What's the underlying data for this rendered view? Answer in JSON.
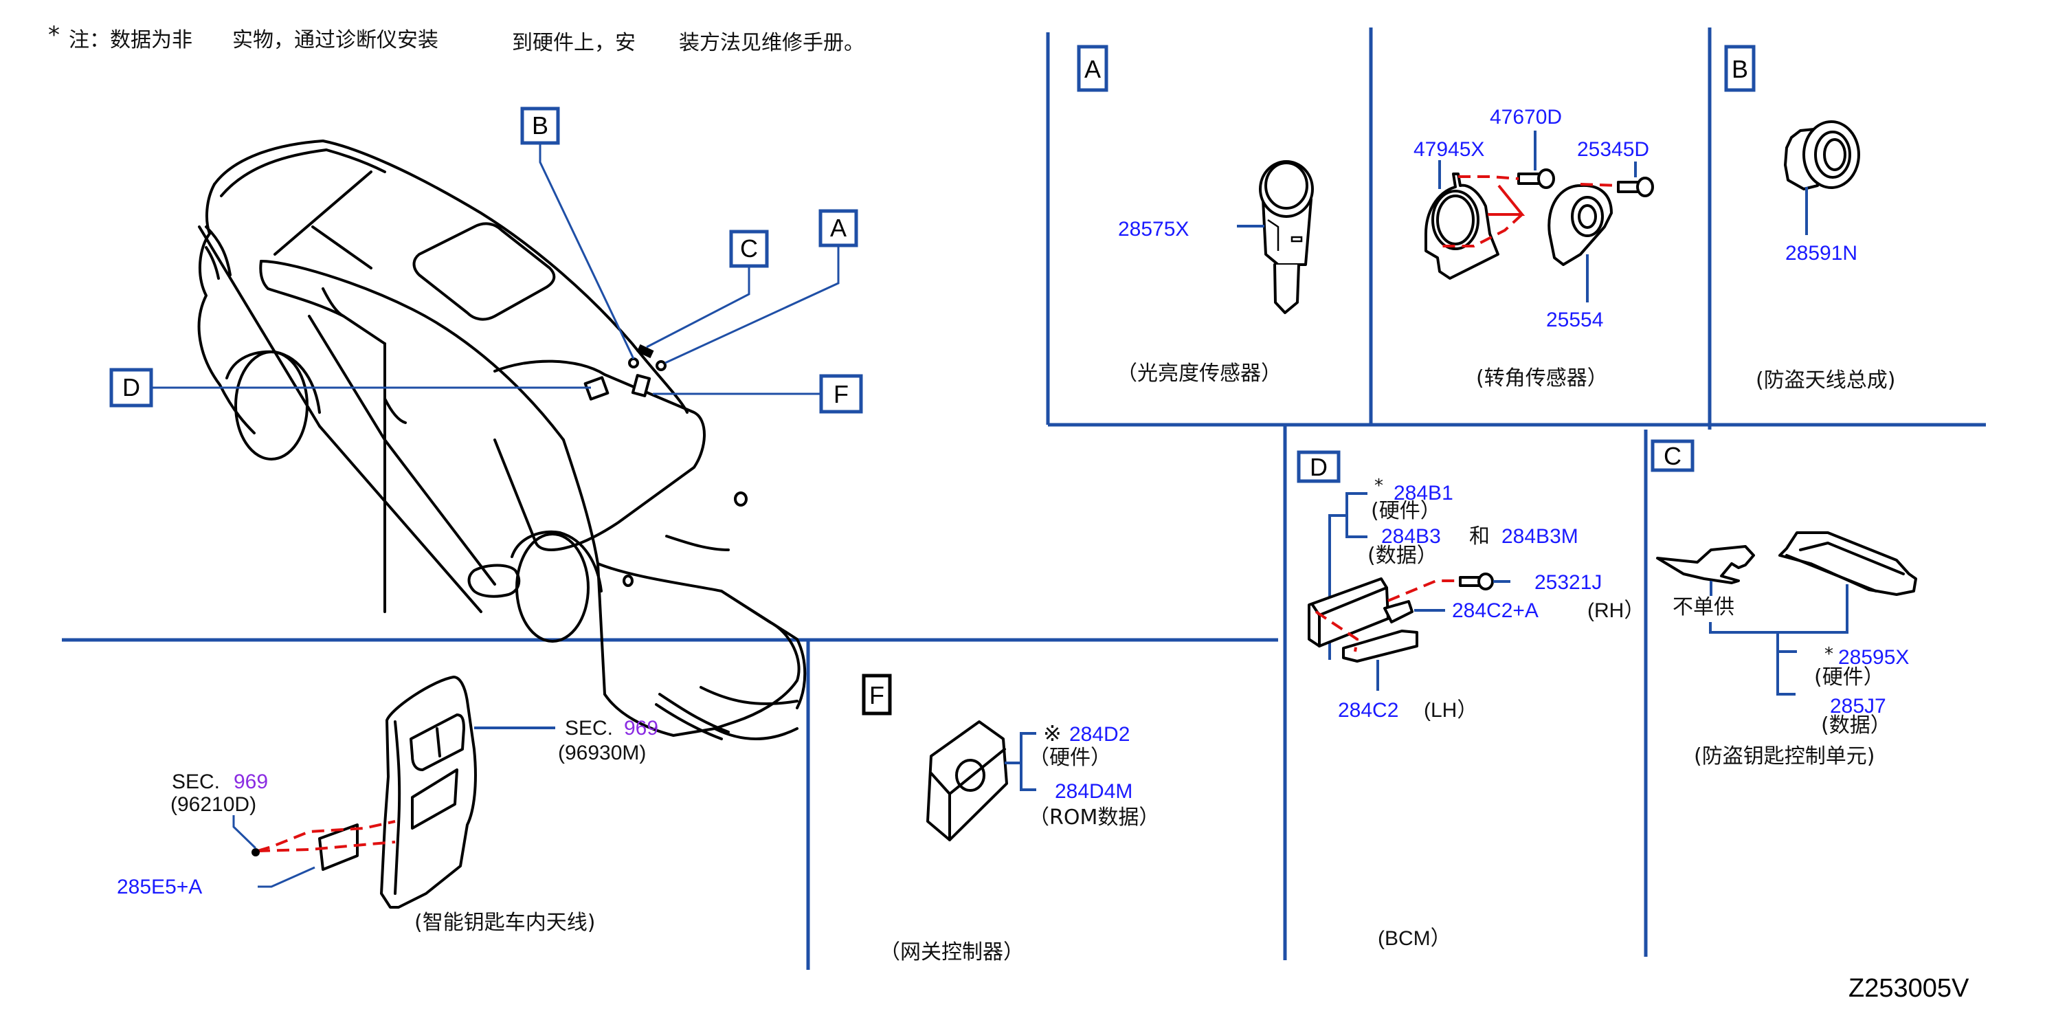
{
  "note": {
    "asterisk": "*",
    "part1": "注：数据为非",
    "part2": "实物，通过诊断仪安装",
    "part3": "到硬件上，安",
    "part4": "装方法见维修手册。"
  },
  "colors": {
    "part_number": "#1a1aff",
    "section_ref": "#8a2be2",
    "panel_line": "#1f4fa6",
    "exploded_line": "#e01010"
  },
  "overview": {
    "callouts": [
      {
        "id": "B",
        "label": "B"
      },
      {
        "id": "C",
        "label": "C"
      },
      {
        "id": "A",
        "label": "A"
      },
      {
        "id": "D",
        "label": "D"
      },
      {
        "id": "F",
        "label": "F"
      }
    ]
  },
  "panels": {
    "A": {
      "label": "A",
      "parts": [
        {
          "number": "28575X"
        }
      ],
      "caption": "（光亮度传感器）"
    },
    "steering": {
      "parts": [
        {
          "number": "47945X"
        },
        {
          "number": "47670D"
        },
        {
          "number": "25345D"
        },
        {
          "number": "25554"
        }
      ],
      "caption": "(转角传感器）"
    },
    "B": {
      "label": "B",
      "parts": [
        {
          "number": "28591N"
        }
      ],
      "caption": "(防盗天线总成)"
    },
    "D": {
      "label": "D",
      "star": "*",
      "hw_number": "284B1",
      "hw_note": "(硬件）",
      "data_number": "284B3",
      "and": "和",
      "data_number_2": "284B3M",
      "data_note": "(数据）",
      "screw": "25321J",
      "bracket_rh": "284C2+A",
      "rh": "(RH）",
      "bracket_lh": "284C2",
      "lh": "(LH）",
      "caption": "(BCM）"
    },
    "C": {
      "label": "C",
      "not_sold": "不单供",
      "star": "*",
      "hw_number": "28595X",
      "hw_note": "(硬件）",
      "data_number": "285J7",
      "data_note": "(数据）",
      "caption": "(防盗钥匙控制单元)"
    },
    "antenna": {
      "sec_prefix": "SEC.",
      "sec1_num": "969",
      "sec1_ref": "(96930M)",
      "sec2_num": "969",
      "sec2_ref": "(96210D)",
      "part": "285E5+A",
      "caption": "(智能钥匙车内天线)"
    },
    "F": {
      "label": "F",
      "mark": "※",
      "hw_number": "284D2",
      "hw_note": "（硬件）",
      "rom_number": "284D4M",
      "rom_note": "（ROM数据）",
      "caption": "（网关控制器）"
    }
  },
  "figure_id": "Z253005V"
}
